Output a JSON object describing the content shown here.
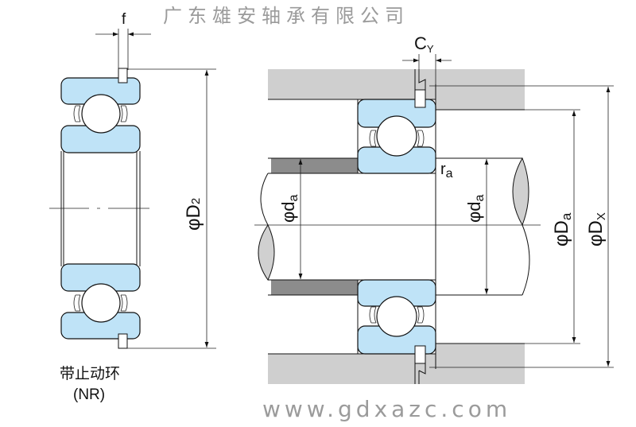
{
  "left_diagram": {
    "label_f": "f",
    "label_D2_phi": "φ",
    "label_D2": "D",
    "label_D2_sub": "2",
    "caption_cn": "带止动环",
    "caption_code": "(NR)"
  },
  "right_diagram": {
    "label_Cy": "C",
    "label_Cy_sub": "Y",
    "label_ra": "r",
    "label_ra_sub": "a",
    "label_da_left": "φd",
    "label_da_left_sub": "a",
    "label_da_right": "φd",
    "label_da_right_sub": "a",
    "label_Da": "φD",
    "label_Da_sub": "a",
    "label_Dx": "φD",
    "label_Dx_sub": "X"
  },
  "watermark": {
    "company": "广东雄安轴承有限公司",
    "url": "www.gdxazc.com"
  },
  "colors": {
    "ring_fill": "#bfe3f7",
    "housing_gray": "#cfcfcf",
    "spacer_gray": "#8c8c8c"
  }
}
